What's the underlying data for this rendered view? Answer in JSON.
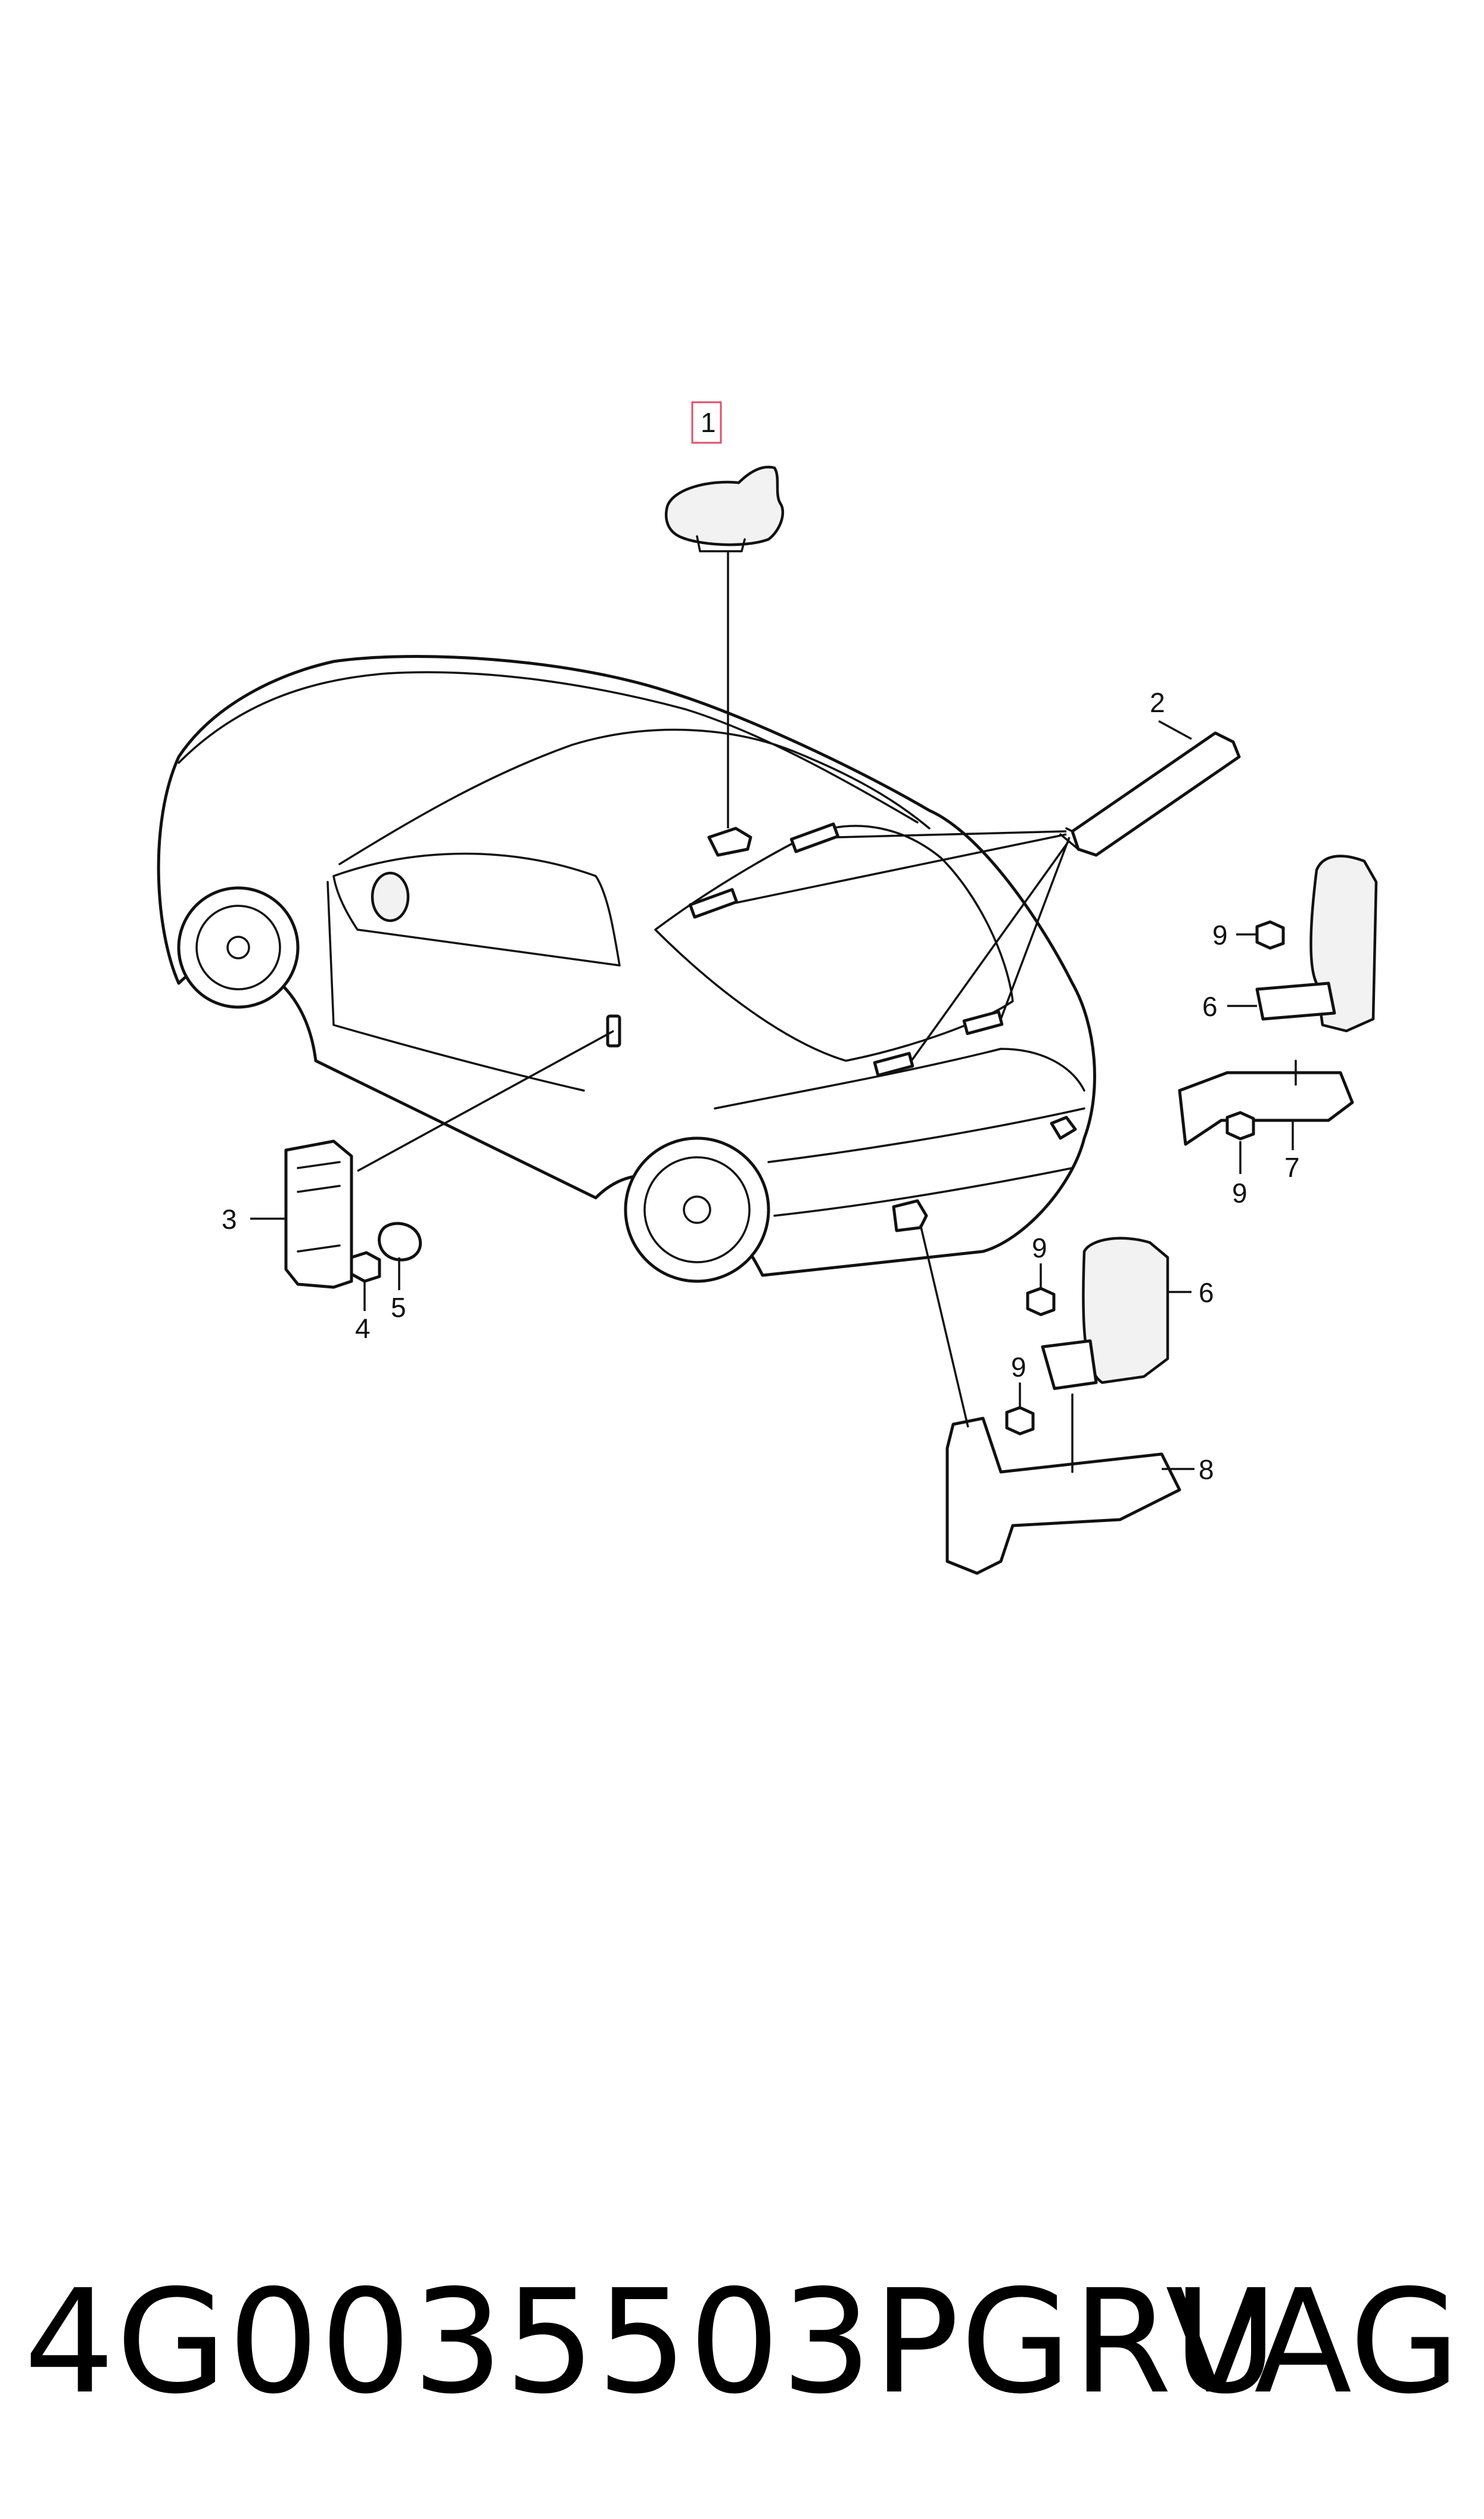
{
  "callouts": {
    "c1": "1",
    "c2": "2",
    "c3": "3",
    "c4": "4",
    "c5": "5",
    "c6a": "6",
    "c6b": "6",
    "c7": "7",
    "c8": "8",
    "c9a": "9",
    "c9b": "9",
    "c9c": "9",
    "c9d": "9"
  },
  "highlight_color": "#e0506a",
  "footer": {
    "part_number": "4G0035503PGRU",
    "brand": "VAG"
  }
}
